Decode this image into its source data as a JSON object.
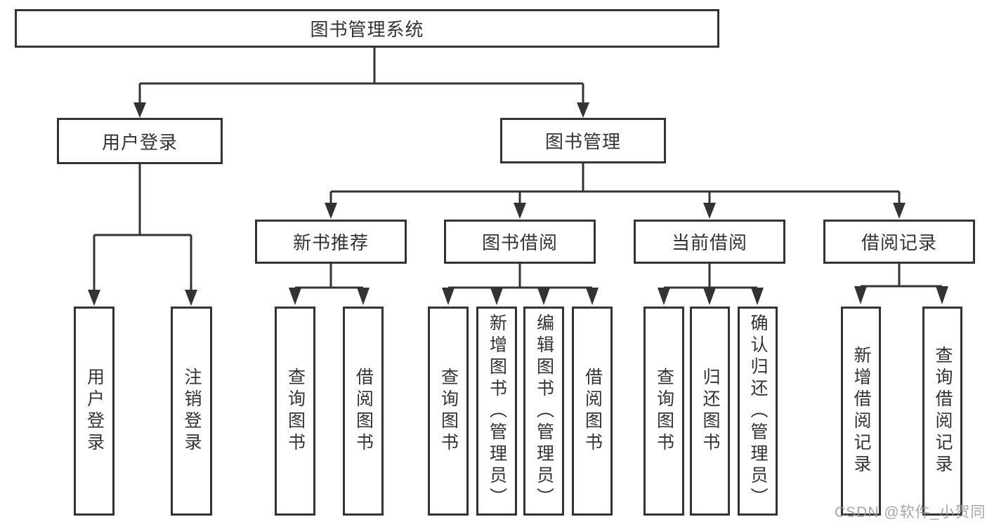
{
  "tree": {
    "label": "图书管理系统",
    "children": [
      {
        "label": "用户登录",
        "children": [
          {
            "label": "用户登录"
          },
          {
            "label": "注销登录"
          }
        ]
      },
      {
        "label": "图书管理",
        "children": [
          {
            "label": "新书推荐",
            "children": [
              {
                "label": "查询图书"
              },
              {
                "label": "借阅图书"
              }
            ]
          },
          {
            "label": "图书借阅",
            "children": [
              {
                "label": "查询图书"
              },
              {
                "label": "新增图书（管理员）"
              },
              {
                "label": "编辑图书（管理员）"
              },
              {
                "label": "借阅图书"
              }
            ]
          },
          {
            "label": "当前借阅",
            "children": [
              {
                "label": "查询图书"
              },
              {
                "label": "归还图书"
              },
              {
                "label": "确认归还（管理员）"
              }
            ]
          },
          {
            "label": "借阅记录",
            "children": [
              {
                "label": "新增借阅记录"
              },
              {
                "label": "查询借阅记录"
              }
            ]
          }
        ]
      }
    ]
  },
  "watermark": {
    "text": "CSDN @软件_小贺同学"
  },
  "colors": {
    "line": "#333333",
    "text": "#333333",
    "box_fill": "#ffffff",
    "background": "#ffffff",
    "watermark": "#96969a"
  }
}
